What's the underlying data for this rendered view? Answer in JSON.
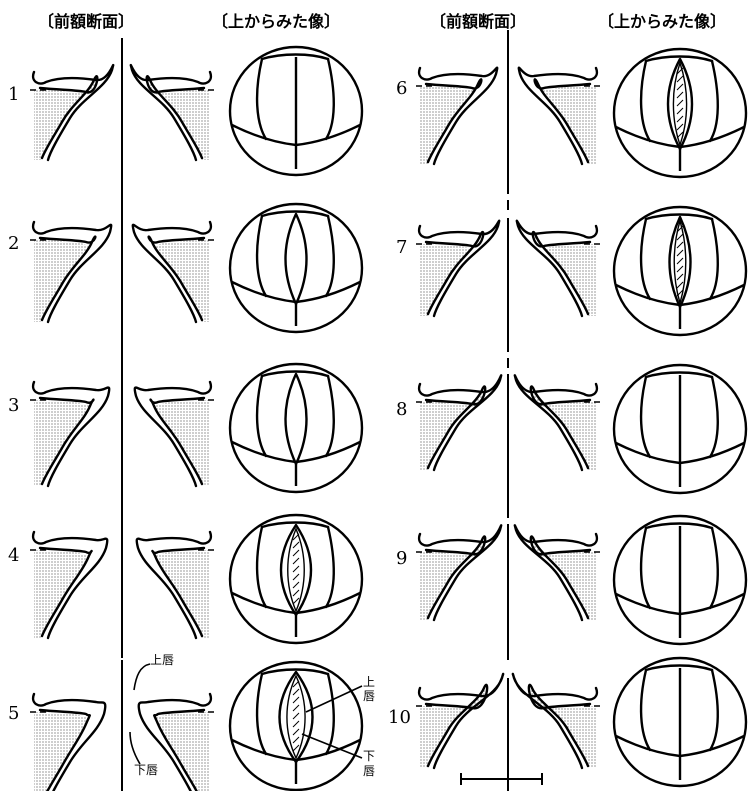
{
  "headers": {
    "left_section": "〔前額断面〕",
    "left_top": "〔上からみた像〕",
    "right_section": "〔前額断面〕",
    "right_top": "〔上からみた像〕"
  },
  "rows": [
    {
      "left": "1",
      "right": "6"
    },
    {
      "left": "2",
      "right": "7"
    },
    {
      "left": "3",
      "right": "8"
    },
    {
      "left": "4",
      "right": "9"
    },
    {
      "left": "5",
      "right": "10"
    }
  ],
  "labels": {
    "upper_lip": "上唇",
    "lower_lip": "下唇",
    "upper_lip_v1": "上",
    "upper_lip_v2": "唇",
    "lower_lip_v1": "下",
    "lower_lip_v2": "唇"
  }
}
